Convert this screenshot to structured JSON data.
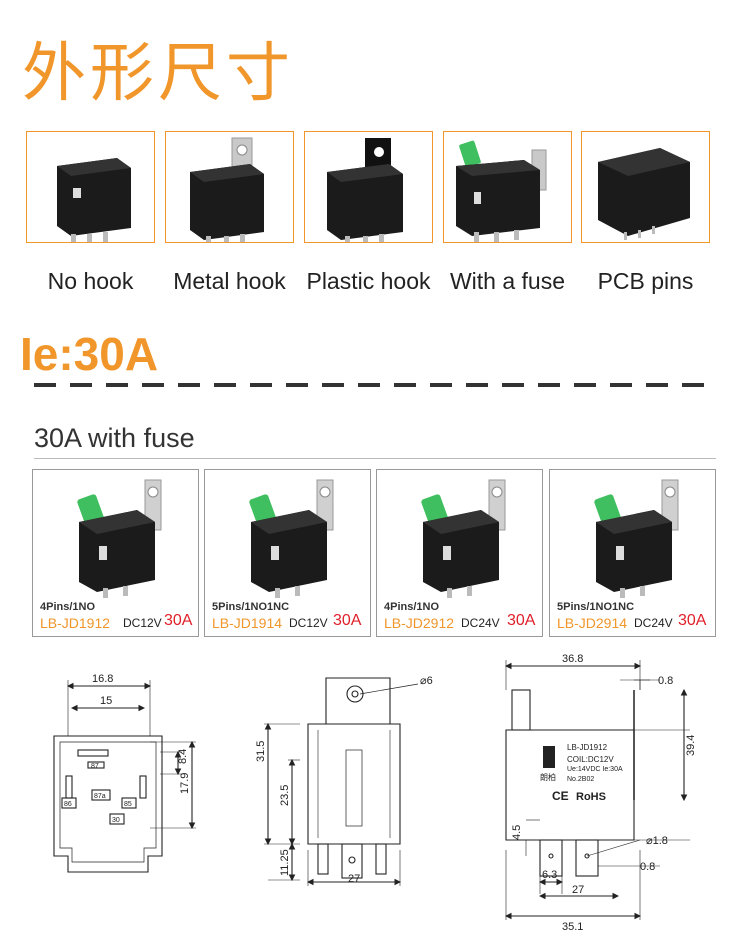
{
  "header": {
    "title_cn": "外形尺寸"
  },
  "variants": [
    {
      "label": "No hook"
    },
    {
      "label": "Metal hook"
    },
    {
      "label": "Plastic hook"
    },
    {
      "label": "With a fuse"
    },
    {
      "label": "PCB pins"
    }
  ],
  "section": {
    "title": "Ie:30A",
    "subtitle": "30A with fuse"
  },
  "products": [
    {
      "pins": "4Pins/1NO",
      "model": "LB-JD1912",
      "voltage": "DC12V",
      "current": "30A"
    },
    {
      "pins": "5Pins/1NO1NC",
      "model": "LB-JD1914",
      "voltage": "DC12V",
      "current": "30A"
    },
    {
      "pins": "4Pins/1NO",
      "model": "LB-JD2912",
      "voltage": "DC24V",
      "current": "30A"
    },
    {
      "pins": "5Pins/1NO1NC",
      "model": "LB-JD2914",
      "voltage": "DC24V",
      "current": "30A"
    }
  ],
  "relay_text": {
    "model": "LB-JD1912",
    "coil": "COIL:DC12V",
    "rating": "Ue:14VDC  Ie:30A",
    "number": "No.2B02",
    "brand": "朗柏",
    "ce": "CE",
    "rohs": "RoHS"
  },
  "drawing_bottom": {
    "pin_labels": [
      "87",
      "87a",
      "86",
      "85",
      "30"
    ],
    "dims": [
      "16.8",
      "15",
      "8.4",
      "17.9"
    ]
  },
  "drawing_side": {
    "dims": [
      "⌀6",
      "31.5",
      "23.5",
      "11.25",
      "27"
    ]
  },
  "drawing_front": {
    "dims": [
      "36.8",
      "0.8",
      "39.4",
      "4.5",
      "⌀1.8",
      "0.8",
      "6.3",
      "27",
      "35.1"
    ]
  }
}
